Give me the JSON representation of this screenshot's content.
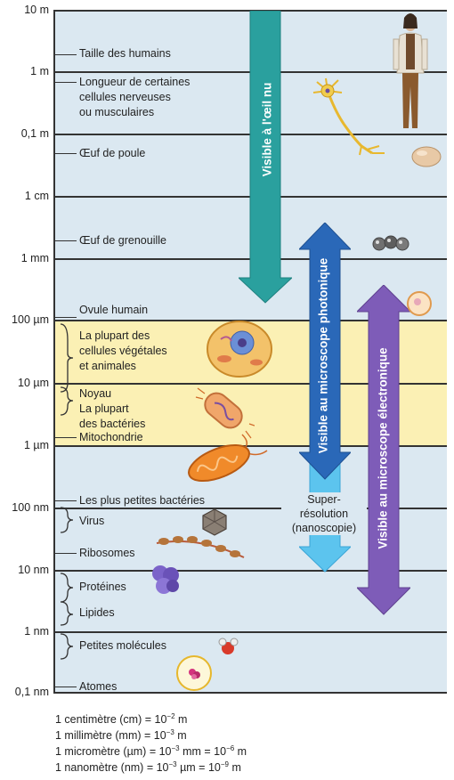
{
  "scale_labels": [
    "10 m",
    "1 m",
    "0,1 m",
    "1 cm",
    "1 mm",
    "100 µm",
    "10 µm",
    "1 µm",
    "100 nm",
    "10 nm",
    "1 nm",
    "0,1 nm"
  ],
  "items": {
    "humains": "Taille des humains",
    "nerveuses": [
      "Longueur de certaines",
      "cellules nerveuses",
      "ou musculaires"
    ],
    "poule": "Œuf de poule",
    "grenouille": "Œuf de grenouille",
    "ovule": "Ovule humain",
    "cellules": [
      "La plupart des",
      "cellules végétales",
      "et animales"
    ],
    "noyau": "Noyau",
    "bacteries": [
      "La plupart",
      "des bactéries"
    ],
    "mitochondrie": "Mitochondrie",
    "petites_bacteries": "Les plus petites bactéries",
    "virus": "Virus",
    "ribosomes": "Ribosomes",
    "proteines": "Protéines",
    "lipides": "Lipides",
    "petites_molecules": "Petites molécules",
    "atomes": "Atomes"
  },
  "arrows": {
    "oeil": "Visible à l'œil nu",
    "photonique": "Visible au microscope photonique",
    "electronique": "Visible au microscope électronique",
    "superresolution": [
      "Super-",
      "résolution",
      "(nanoscopie)"
    ]
  },
  "footer": {
    "cm": {
      "text": "1 centimètre (cm) = 10",
      "exp": "−2",
      "unit": " m"
    },
    "mm": {
      "text": "1 millimètre (mm) = 10",
      "exp": "−3",
      "unit": " m"
    },
    "um": {
      "text": "1 micromètre (µm) = 10",
      "exp": "−3",
      "mid": " mm = 10",
      "exp2": "−6",
      "unit": " m"
    },
    "nm": {
      "text": "1 nanomètre (nm) = 10",
      "exp": "−3",
      "mid": " µm = 10",
      "exp2": "−9",
      "unit": " m"
    }
  },
  "colors": {
    "panel": "#dbe8f1",
    "band": "#fbf0b4",
    "teal_arrow": "#2aa09e",
    "blue_arrow": "#2a68b8",
    "light_blue_arrow": "#5cc4ee",
    "purple_arrow": "#7e5cb8"
  }
}
